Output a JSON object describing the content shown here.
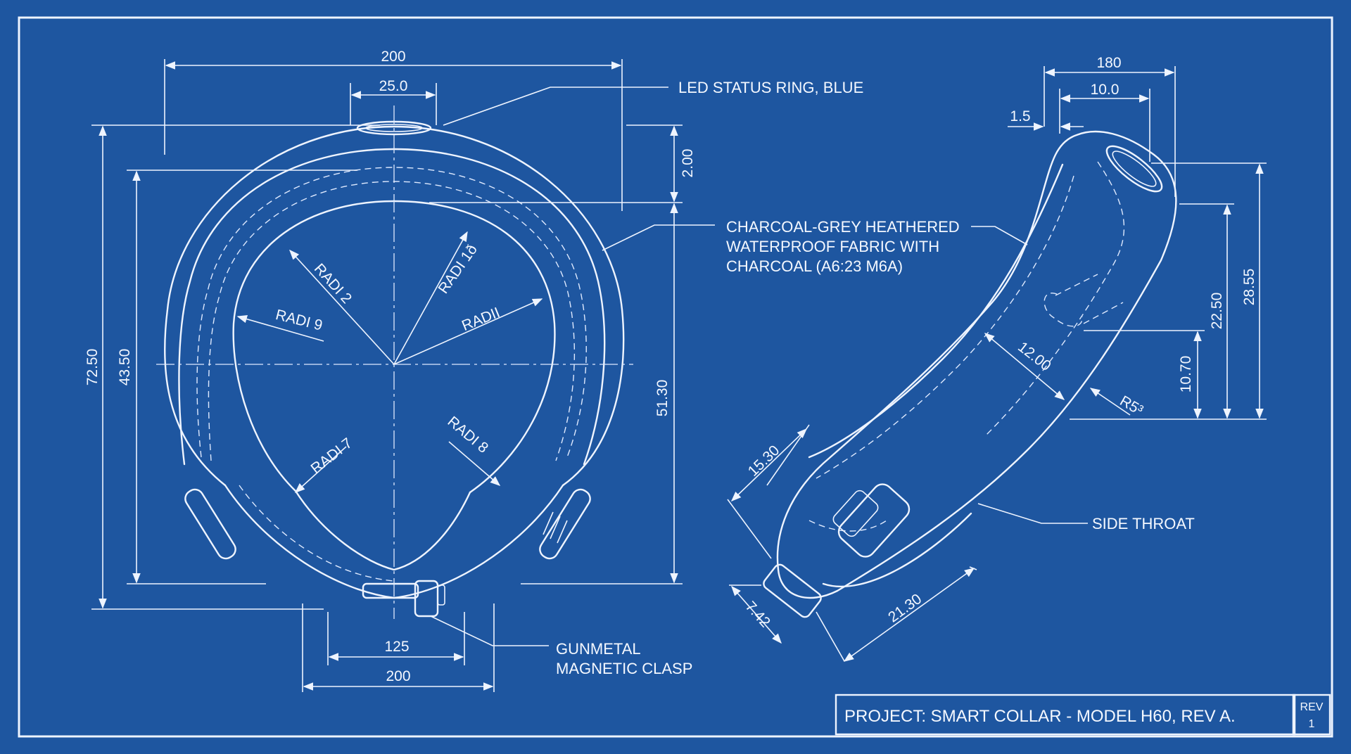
{
  "front_view": {
    "dims": {
      "overall_width": "200",
      "led_width": "25.0",
      "top_offset": "2.00",
      "overall_height": "72.50",
      "inner_height": "43.50",
      "right_height": "51.30",
      "clasp_inner": "125",
      "clasp_outer": "200"
    },
    "radii": [
      "RADI 2",
      "RADI 1ð",
      "RADI 9",
      "RADII",
      "RADI 7",
      "RADI 8"
    ]
  },
  "side_view": {
    "dims": {
      "top_width": "180",
      "top_inner": "10.0",
      "top_small": "1.5",
      "height_total": "28.55",
      "height_mid": "22.50",
      "height_low": "10.70",
      "band_width": "12.00",
      "radius": "R5³",
      "lower_length": "15.30",
      "clasp_width": "7.42",
      "bottom_length": "21.30"
    }
  },
  "callouts": {
    "led": "LED STATUS RING, BLUE",
    "fabric_line1": "CHARCOAL-GREY HEATHERED",
    "fabric_line2": "WATERPROOF FABRIC   WITH",
    "fabric_line3": "CHARCOAL (A6:23 M6A)",
    "clasp_line1": "GUNMETAL",
    "clasp_line2": "MAGNETIC CLASP",
    "side_throat": "SIDE THROAT"
  },
  "title_block": {
    "project": "PROJECT: SMART COLLAR - MODEL H60, REV A.",
    "rev_label": "REV",
    "rev_value": "1"
  },
  "colors": {
    "background": "#1e56a0",
    "line": "#eef4ff"
  }
}
